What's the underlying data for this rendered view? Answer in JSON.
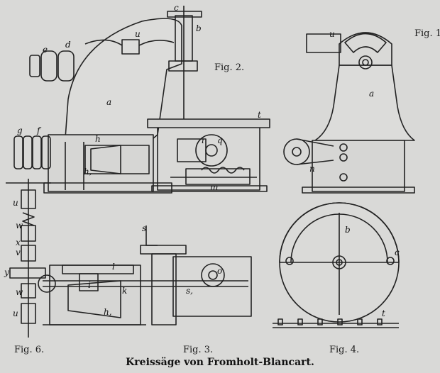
{
  "figures": {
    "fig1": "Fig. 1.",
    "fig2": "Fig. 2.",
    "fig3": "Fig. 3.",
    "fig4": "Fig. 4.",
    "fig6": "Fig. 6."
  },
  "caption": "Kreissäge von Fromholt-Blancart.",
  "part_letters": {
    "fig2": [
      "c",
      "b",
      "u",
      "e",
      "d",
      "a",
      "t",
      "g",
      "f",
      "h",
      "h,",
      "i",
      "q",
      "m"
    ],
    "fig1": [
      "u",
      "a",
      "n"
    ],
    "fig4": [
      "b",
      "c",
      "t"
    ],
    "fig3": [
      "s",
      "l",
      "i",
      "k",
      "h,",
      "o",
      "s,"
    ],
    "fig6": [
      "u",
      "w",
      "x",
      "v",
      "y",
      "w",
      "u"
    ]
  }
}
